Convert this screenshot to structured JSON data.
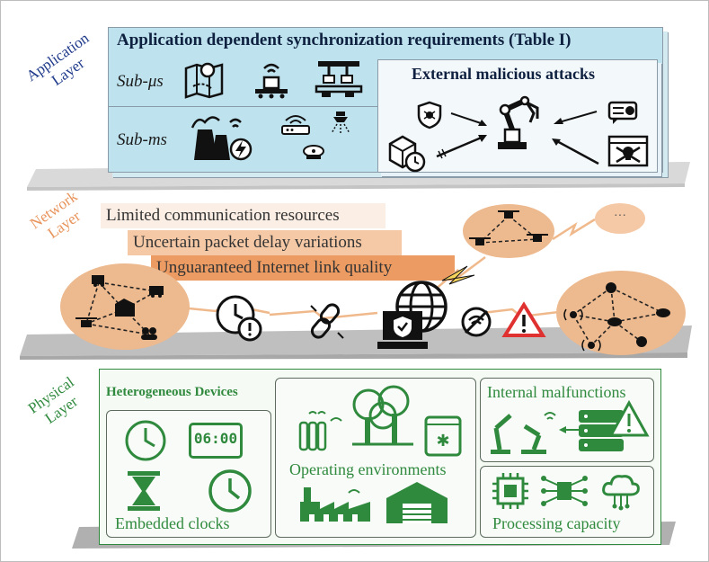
{
  "layers": {
    "application": "Application\nLayer",
    "network": "Network\nLayer",
    "physical": "Physical\nLayer"
  },
  "application": {
    "title": "Application dependent synchronization requirements (Table I)",
    "sub_us": "Sub-μs",
    "sub_ms": "Sub-ms",
    "attacks_title": "External malicious attacks"
  },
  "network": {
    "issues": [
      "Limited communication resources",
      "Uncertain packet delay variations",
      "Unguaranteed Internet link quality"
    ],
    "ellipsis": "···"
  },
  "physical": {
    "heterogeneous_title": "Heterogeneous Devices",
    "embedded_clocks": "Embedded clocks",
    "clock_digits": "06:00",
    "operating_environments": "Operating environments",
    "internal_malfunctions": "Internal malfunctions",
    "processing_capacity": "Processing capacity"
  },
  "colors": {
    "app_blue": "#bfe3ee",
    "app_label": "#1f3a8a",
    "network_orange": "#e8935a",
    "physical_green": "#2f8a3e",
    "slab_gray": "#bfbfbf"
  },
  "icons": [
    "map-pin-icon",
    "conveyor-robot-icon",
    "factory-line-icon",
    "power-plant-icon",
    "router-icon",
    "sprinkler-icon",
    "smoke-detector-icon",
    "shield-bug-icon",
    "robot-arm-icon",
    "chat-alert-icon",
    "package-clock-icon",
    "skull-browser-icon",
    "arrow-icon",
    "clock-alert-icon",
    "broken-link-icon",
    "laptop-shield-icon",
    "globe-icon",
    "no-signal-icon",
    "warning-icon",
    "drone-icon",
    "truck-icon",
    "warehouse-icon",
    "people-icon",
    "thermometer-icon",
    "sensor-icon",
    "analog-clock-icon",
    "digital-clock-icon",
    "hourglass-icon",
    "radiator-icon",
    "forest-icon",
    "freezer-icon",
    "factory-icon",
    "warehouse-building-icon",
    "robot-arms-icon",
    "server-alert-icon",
    "cpu-chip-icon",
    "neural-chip-icon",
    "cloud-circuit-icon"
  ]
}
